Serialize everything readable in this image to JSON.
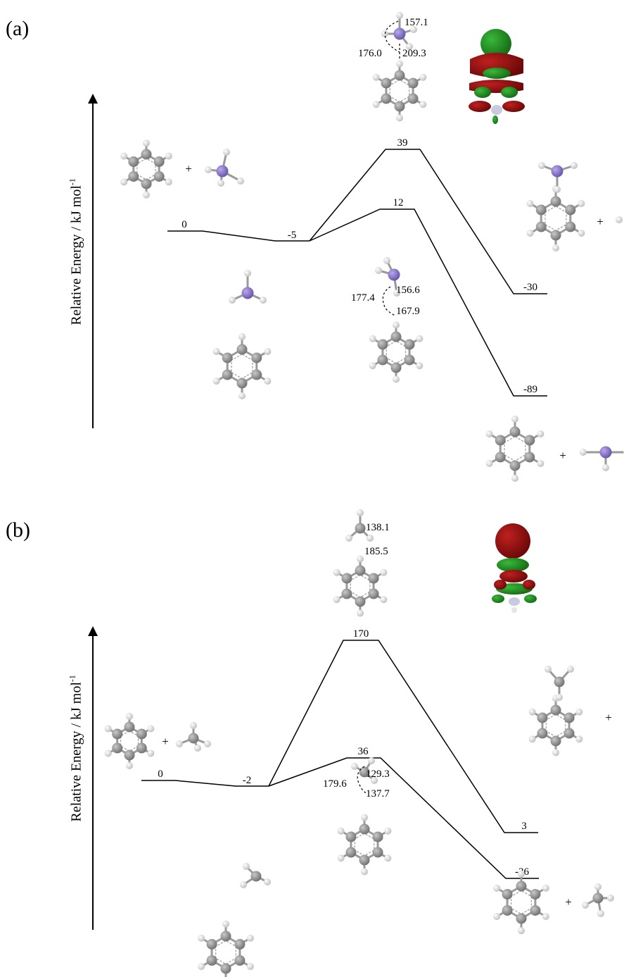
{
  "panels": [
    {
      "label": "(a)",
      "ylabel": "Relative Energy / kJ mol",
      "ylabel_sup": "-1",
      "levels": [
        "0",
        "-5",
        "39",
        "12",
        "-30",
        "-89"
      ],
      "ts_upper_geometry": [
        "157.1",
        "176.0",
        "209.3"
      ],
      "ts_lower_geometry": [
        "177.4",
        "156.6",
        "167.9"
      ],
      "plus": [
        "+",
        "+",
        "+"
      ]
    },
    {
      "label": "(b)",
      "ylabel": "Relative Energy / kJ mol",
      "ylabel_sup": "-1",
      "levels": [
        "0",
        "-2",
        "170",
        "36",
        "3",
        "-36"
      ],
      "ts_upper_geometry": [
        "138.1",
        "185.5"
      ],
      "ts_lower_geometry": [
        "179.6",
        "129.3",
        "137.7"
      ],
      "plus": [
        "+",
        "+",
        "+"
      ]
    }
  ],
  "colors": {
    "carbon": "#808080",
    "hydrogen": "#e6e6e6",
    "nitrogen_like": "#8a73c9",
    "orbital_red": "#8b1010",
    "orbital_green": "#1f8a1f"
  }
}
